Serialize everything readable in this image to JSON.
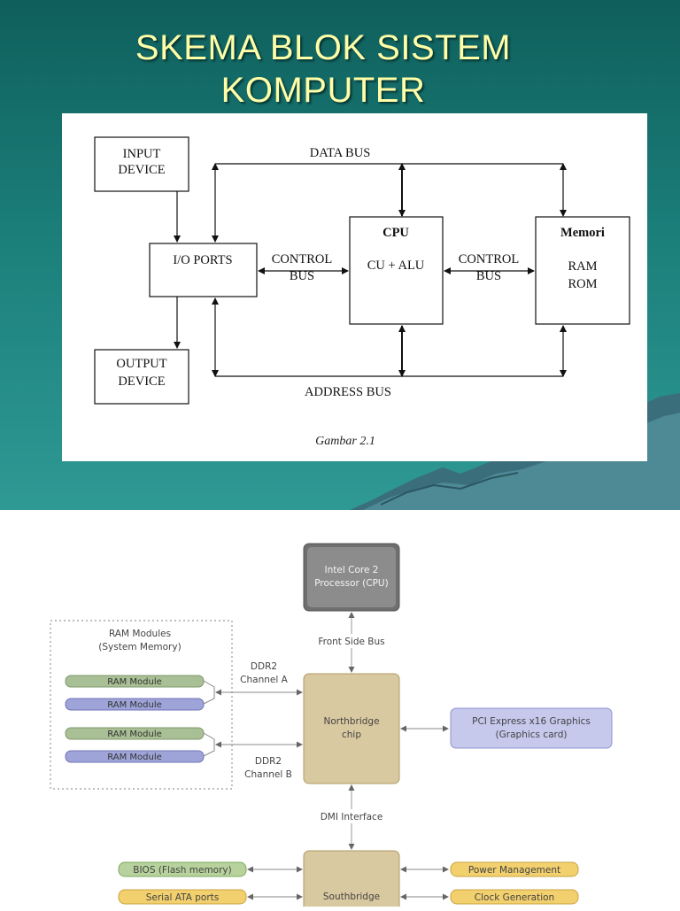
{
  "slide": {
    "title_lines": [
      "SKEMA BLOK SISTEM",
      "KOMPUTER"
    ]
  },
  "diagram1": {
    "input_device": [
      "INPUT",
      "DEVICE"
    ],
    "output_device": [
      "OUTPUT",
      "DEVICE"
    ],
    "io_ports": "I/O PORTS",
    "cpu_title": "CPU",
    "cpu_body": "CU + ALU",
    "memory_title": "Memori",
    "memory_body": [
      "RAM",
      "ROM"
    ],
    "control_bus_left": [
      "CONTROL",
      "BUS"
    ],
    "control_bus_right": [
      "CONTROL",
      "BUS"
    ],
    "data_bus": "DATA BUS",
    "address_bus": "ADDRESS BUS",
    "caption": "Gambar 2.1"
  },
  "diagram2": {
    "cpu": [
      "Intel Core 2",
      "Processor (CPU)"
    ],
    "front_side_bus": "Front Side Bus",
    "ram_group": [
      "RAM Modules",
      "(System Memory)"
    ],
    "ram_modules": [
      "RAM Module",
      "RAM Module",
      "RAM Module",
      "RAM Module"
    ],
    "channel_a": [
      "DDR2",
      "Channel A"
    ],
    "channel_b": [
      "DDR2",
      "Channel B"
    ],
    "northbridge": [
      "Northbridge",
      "chip"
    ],
    "graphics": [
      "PCI Express x16 Graphics",
      "(Graphics card)"
    ],
    "dmi": "DMI Interface",
    "southbridge": "Southbridge",
    "bios": "BIOS (Flash memory)",
    "sata": "Serial ATA ports",
    "power": "Power Management",
    "clock": "Clock Generation"
  }
}
